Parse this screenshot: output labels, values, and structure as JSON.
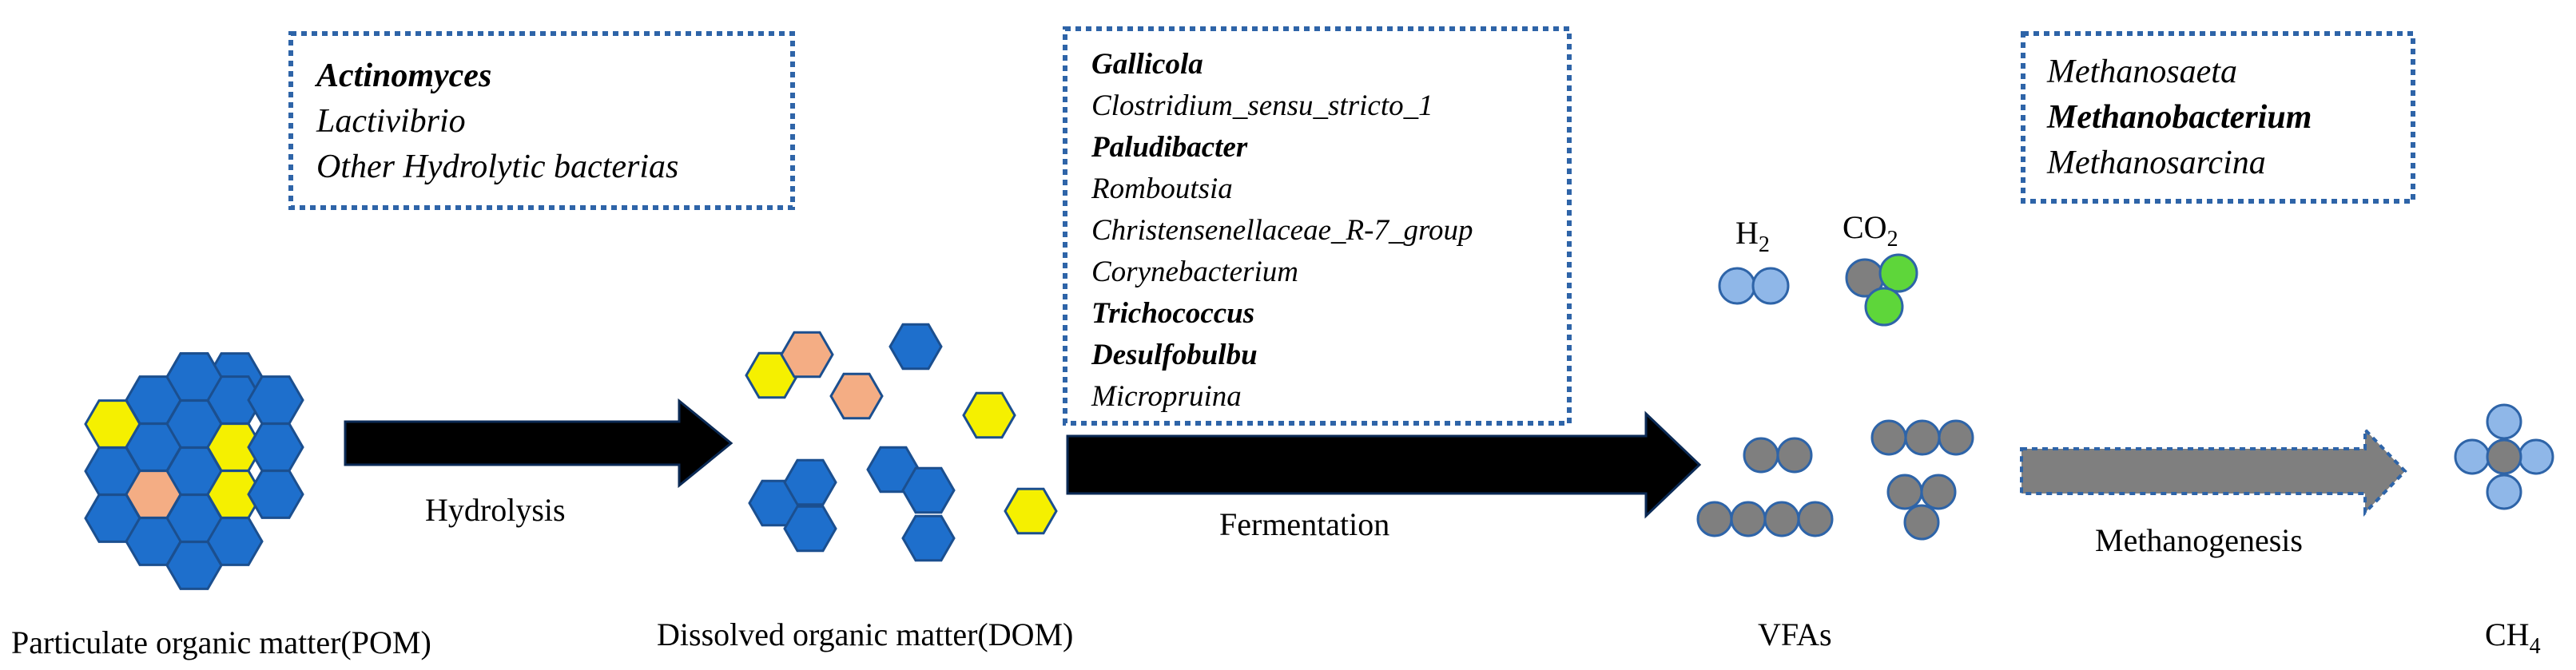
{
  "colors": {
    "box_border": "#2e64a8",
    "hex_blue": "#1e6fcc",
    "hex_yellow": "#f5f000",
    "hex_peach": "#f4ad84",
    "arrow_black": "#000000",
    "arrow_grey": "#7f7f7f",
    "atom_hydrogen": "#8fb7e8",
    "atom_carbon": "#7f7f7f",
    "atom_oxygen": "#5ed63a"
  },
  "stages": {
    "pom": "Particulate organic matter(POM)",
    "dom": "Dissolved organic matter(DOM)",
    "vfas": "VFAs",
    "ch4": {
      "main": "CH",
      "sub": "4"
    }
  },
  "processes": {
    "hydrolysis": "Hydrolysis",
    "fermentation": "Fermentation",
    "methanogenesis": "Methanogenesis"
  },
  "gases": {
    "h2": {
      "main": "H",
      "sub": "2"
    },
    "co2": {
      "main": "CO",
      "sub": "2"
    }
  },
  "hydrolytic_box": [
    {
      "text": "Actinomyces",
      "bold": true
    },
    {
      "text": "Lactivibrio",
      "bold": false
    },
    {
      "text": "Other Hydrolytic bacterias",
      "bold": false
    }
  ],
  "fermentation_box": [
    {
      "text": "Gallicola",
      "bold": true
    },
    {
      "text": "Clostridium_sensu_stricto_1",
      "bold": false
    },
    {
      "text": "Paludibacter",
      "bold": true
    },
    {
      "text": "Romboutsia",
      "bold": false
    },
    {
      "text": "Christensenellaceae_R-7_group",
      "bold": false
    },
    {
      "text": "Corynebacterium",
      "bold": false
    },
    {
      "text": "Trichococcus",
      "bold": true
    },
    {
      "text": "Desulfobulbu",
      "bold": true
    },
    {
      "text": "Micropruina",
      "bold": false
    }
  ],
  "methanogen_box": [
    {
      "text": "Methanosaeta",
      "bold": false
    },
    {
      "text": "Methanobacterium",
      "bold": true
    },
    {
      "text": "Methanosarcina",
      "bold": false
    }
  ]
}
